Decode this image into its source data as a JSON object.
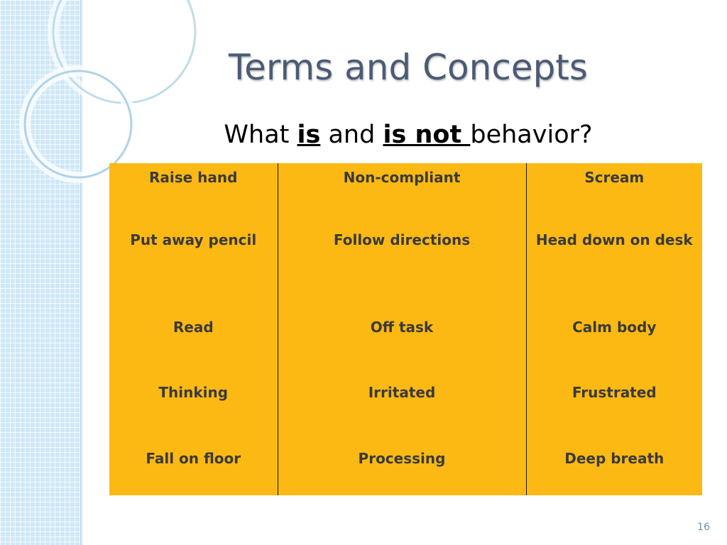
{
  "slide": {
    "title": "Terms and Concepts",
    "subtitle": {
      "part1": "What ",
      "emphasis1": "is",
      "part2": " and ",
      "emphasis2": "is not ",
      "part3": "behavior?"
    },
    "page_number": "16"
  },
  "table": {
    "rows": [
      [
        "Raise hand",
        "Non-compliant",
        "Scream"
      ],
      [
        "Put away pencil",
        "Follow directions",
        "Head down on desk"
      ],
      [
        "Read",
        "Off task",
        "Calm body"
      ],
      [
        "Thinking",
        "Irritated",
        "Frustrated"
      ],
      [
        "Fall on floor",
        "Processing",
        "Deep breath"
      ]
    ]
  },
  "colors": {
    "title": "#4b5b75",
    "table_fill": "#fdb913",
    "sidebar": "#cfe8f7"
  }
}
